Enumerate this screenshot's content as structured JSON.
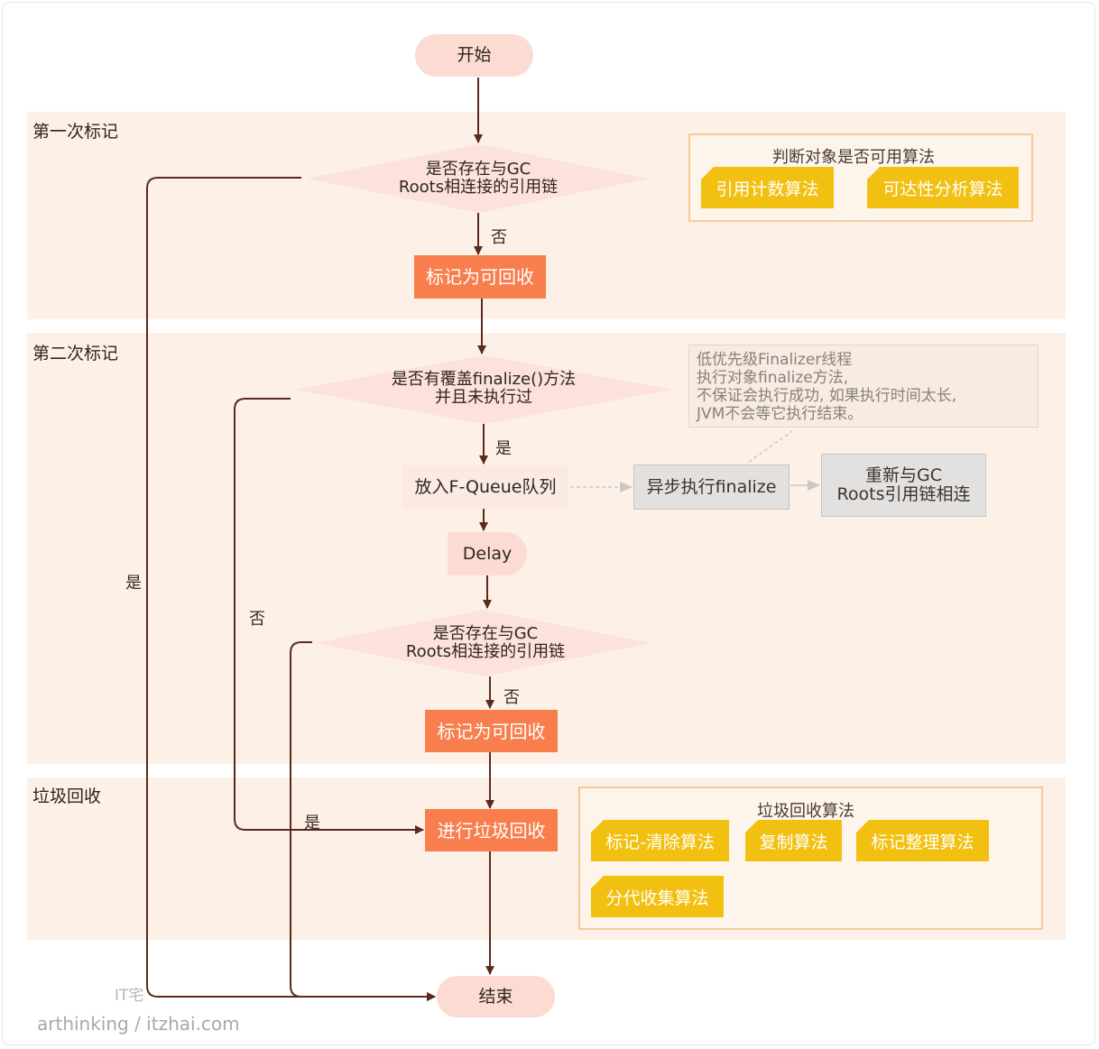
{
  "sections": {
    "first_mark": "第一次标记",
    "second_mark": "第二次标记",
    "gc": "垃圾回收"
  },
  "nodes": {
    "start": "开始",
    "decision_gc_roots_1": {
      "line1": "是否存在与GC",
      "line2": "Roots相连接的引用链"
    },
    "mark_recyclable_1": "标记为可回收",
    "decision_finalize": {
      "line1": "是否有覆盖finalize()方法",
      "line2": "并且未执行过"
    },
    "f_queue": "放入F-Queue队列",
    "async_finalize": "异步执行finalize",
    "relink": {
      "line1": "重新与GC",
      "line2": "Roots引用链相连"
    },
    "delay": "Delay",
    "decision_gc_roots_2": {
      "line1": "是否存在与GC",
      "line2": "Roots相连接的引用链"
    },
    "mark_recyclable_2": "标记为可回收",
    "do_gc": "进行垃圾回收",
    "end": "结束"
  },
  "edge_labels": {
    "no_1": "否",
    "yes_finalize": "是",
    "no_2": "否",
    "yes_outer": "是",
    "no_finalize": "否",
    "yes_gc": "是"
  },
  "reachability_algorithms": {
    "title": "判断对象是否可用算法",
    "items": [
      "引用计数算法",
      "可达性分析算法"
    ]
  },
  "gc_algorithms": {
    "title": "垃圾回收算法",
    "items": [
      "标记-清除算法",
      "复制算法",
      "标记整理算法",
      "分代收集算法"
    ]
  },
  "note": {
    "lines": [
      "低优先级Finalizer线程",
      "执行对象finalize方法,",
      "不保证会执行成功, 如果执行时间太长,",
      "JVM不会等它执行结束。"
    ]
  },
  "watermark": {
    "site": "IT宅",
    "credit": "arthinking / itzhai.com"
  },
  "colors": {
    "band": "#fdf0e6",
    "action": "#f87f4d",
    "terminal": "#fbdbd2",
    "tag": "#f2c010",
    "line": "#5a2a1e"
  }
}
